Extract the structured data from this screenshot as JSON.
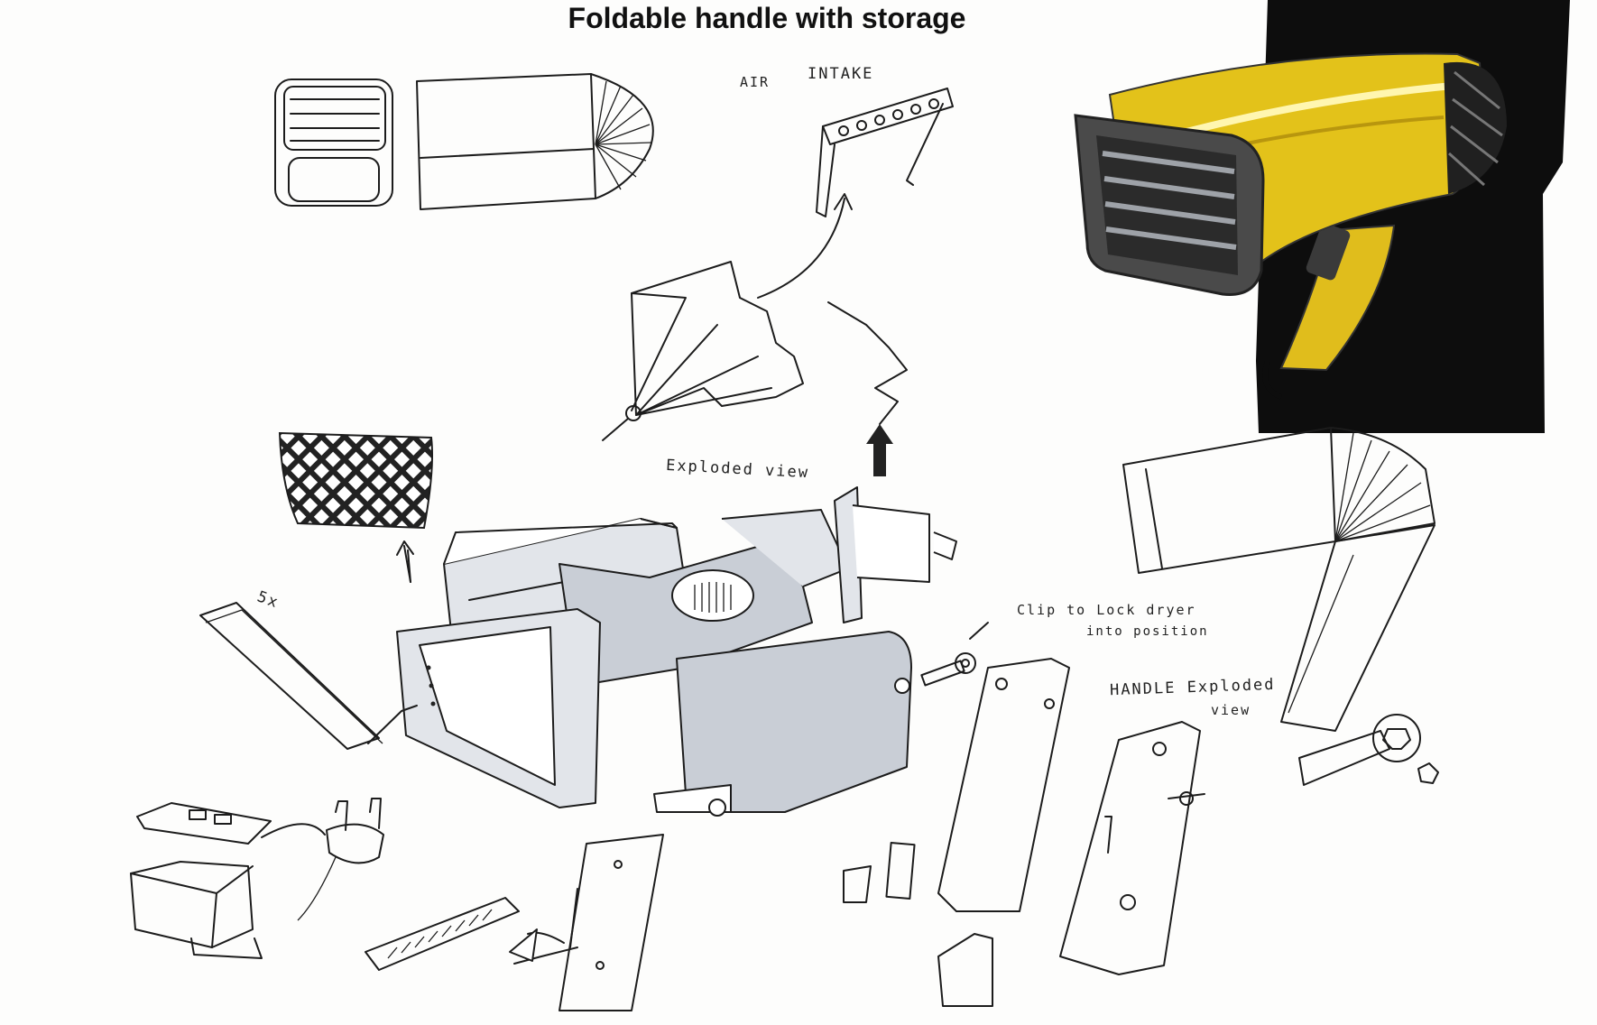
{
  "title": "Foldable handle with storage",
  "annotations": {
    "air_intake_1": "AIR",
    "air_intake_2": "INTAKE",
    "exploded_view": "Exploded view",
    "quantity": "5x",
    "clip_1": "Clip to Lock dryer",
    "clip_2": "into position",
    "handle_1": "HANDLE Exploded",
    "handle_2": "view"
  },
  "colors": {
    "render_background": "#0d0d0d",
    "render_body": "#e3c21a",
    "marker_grey": "#c9ced6",
    "ink": "#1c1c1c"
  }
}
